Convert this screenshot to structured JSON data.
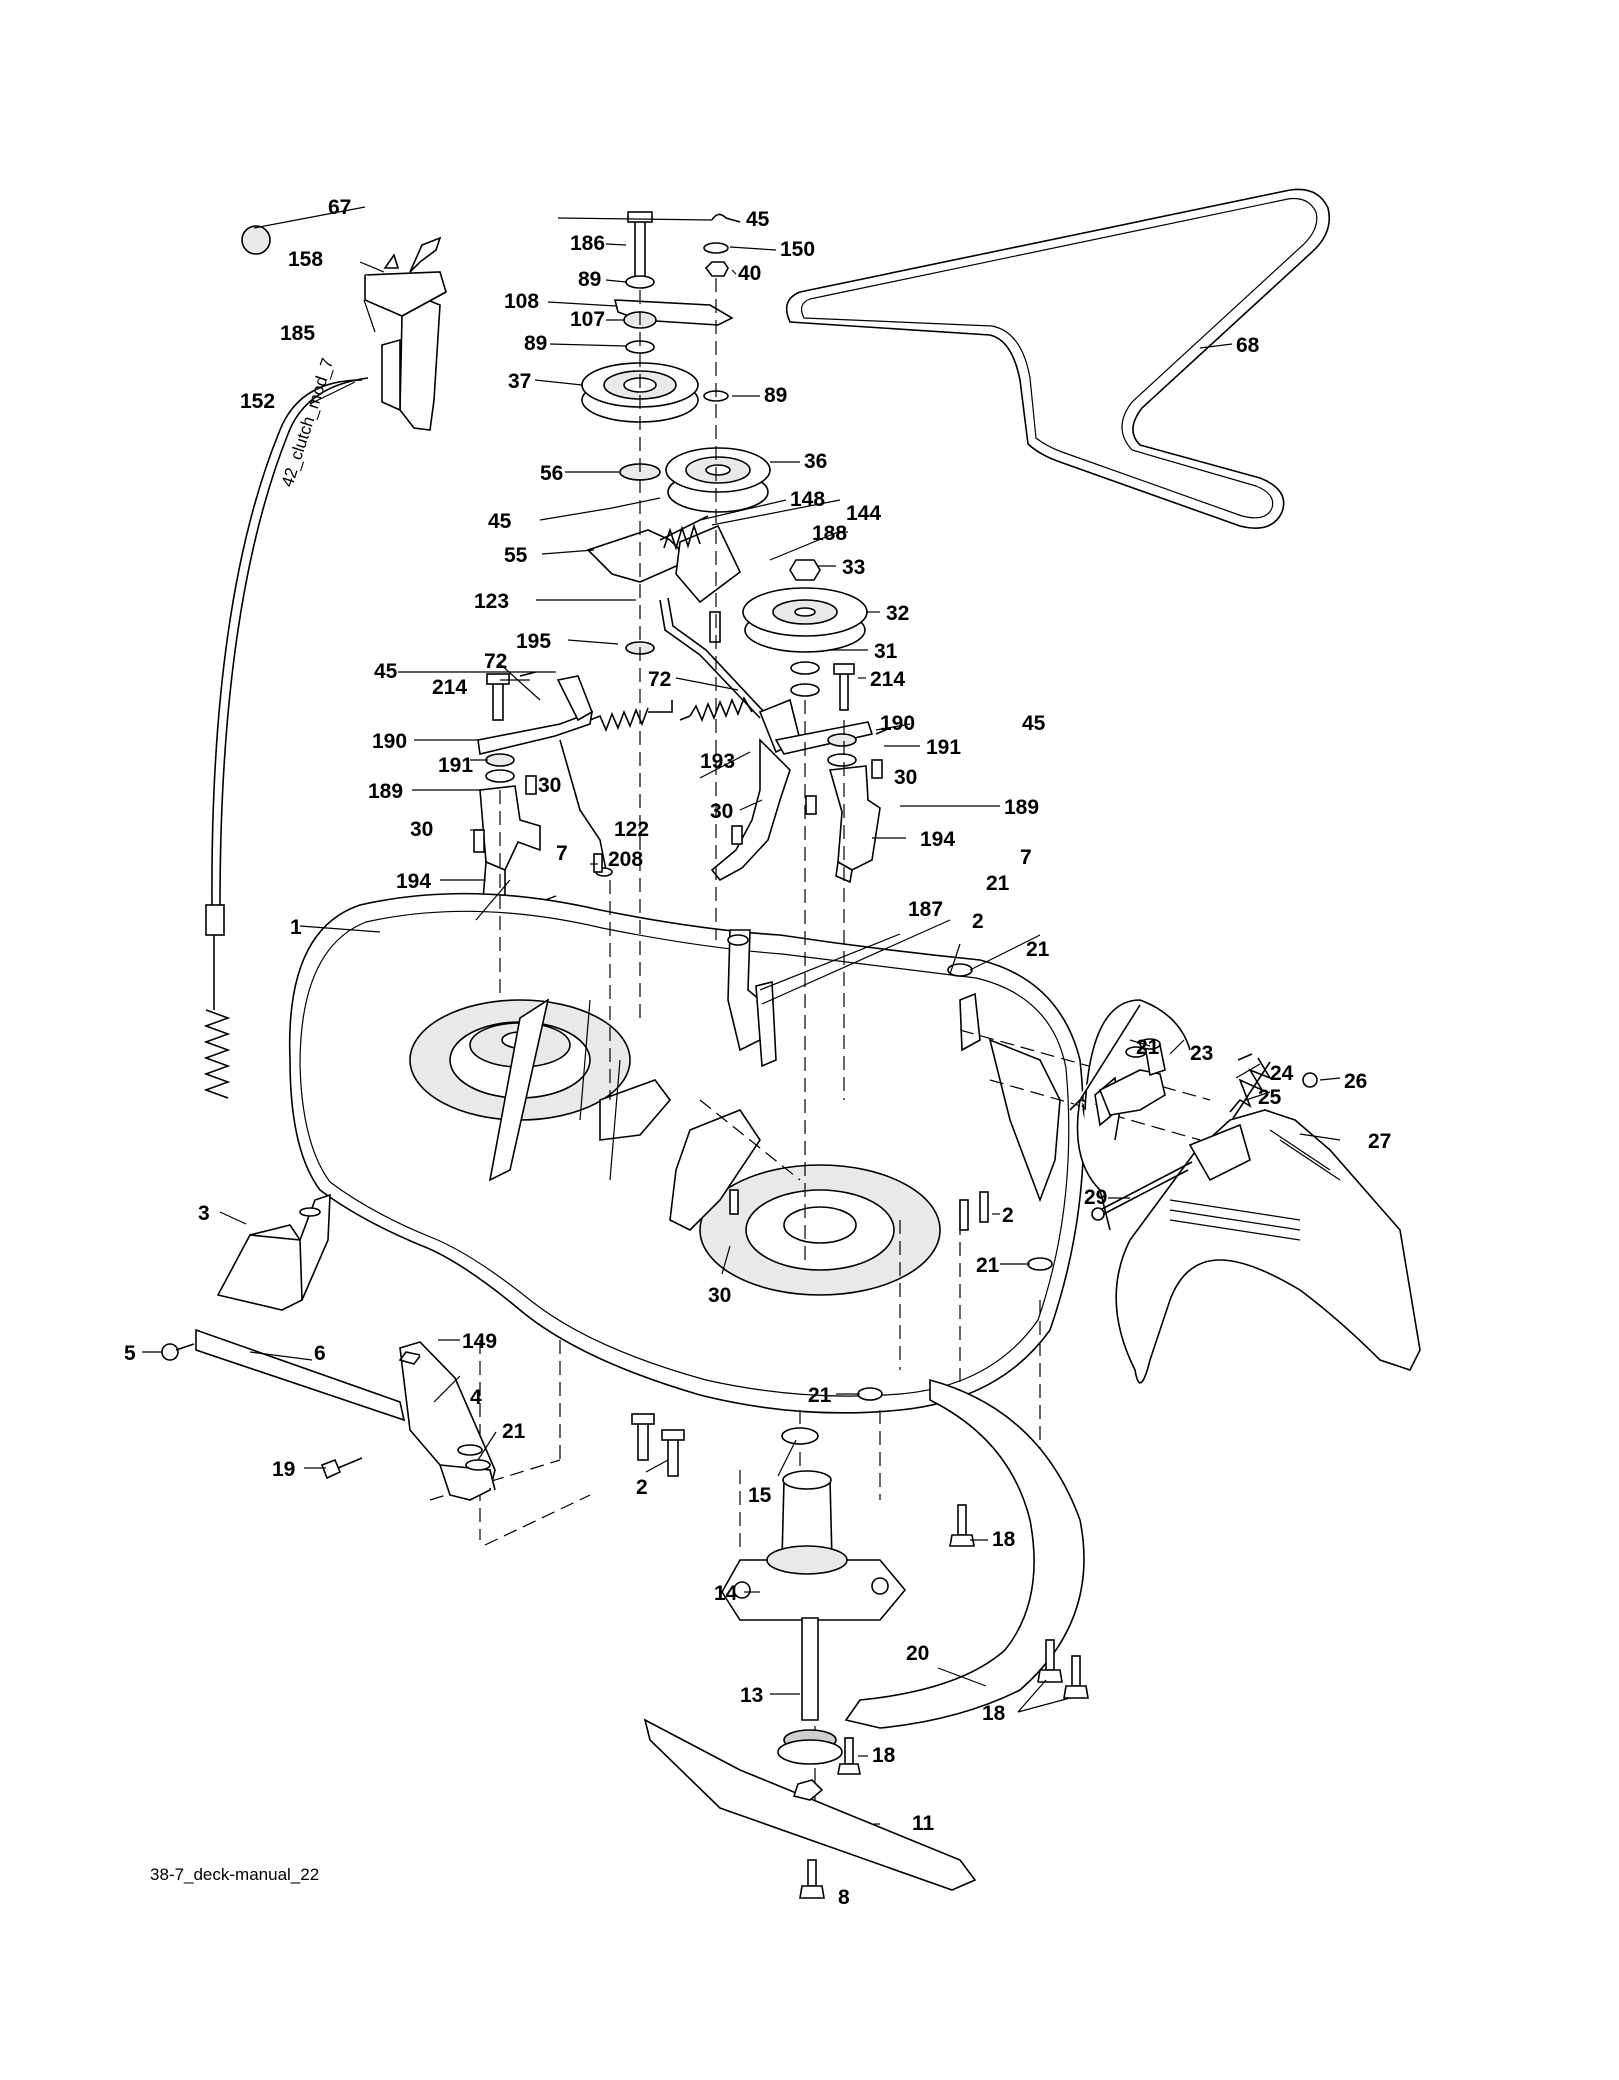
{
  "footer": {
    "code": "38-7_deck-manual_22"
  },
  "cable_text": "42_clutch_mod_7",
  "labels": [
    {
      "id": "l67",
      "text": "67"
    },
    {
      "id": "l158",
      "text": "158"
    },
    {
      "id": "l185",
      "text": "185"
    },
    {
      "id": "l152",
      "text": "152"
    },
    {
      "id": "l186",
      "text": "186"
    },
    {
      "id": "l89a",
      "text": "89"
    },
    {
      "id": "l108",
      "text": "108"
    },
    {
      "id": "l107",
      "text": "107"
    },
    {
      "id": "l89b",
      "text": "89"
    },
    {
      "id": "l37",
      "text": "37"
    },
    {
      "id": "l56",
      "text": "56"
    },
    {
      "id": "l45a",
      "text": "45"
    },
    {
      "id": "l150",
      "text": "150"
    },
    {
      "id": "l40",
      "text": "40"
    },
    {
      "id": "l89c",
      "text": "89"
    },
    {
      "id": "l36",
      "text": "36"
    },
    {
      "id": "l68",
      "text": "68"
    },
    {
      "id": "l45b",
      "text": "45"
    },
    {
      "id": "l148",
      "text": "148"
    },
    {
      "id": "l144",
      "text": "144"
    },
    {
      "id": "l55",
      "text": "55"
    },
    {
      "id": "l188",
      "text": "188"
    },
    {
      "id": "l33",
      "text": "33"
    },
    {
      "id": "l123",
      "text": "123"
    },
    {
      "id": "l32",
      "text": "32"
    },
    {
      "id": "l195",
      "text": "195"
    },
    {
      "id": "l31",
      "text": "31"
    },
    {
      "id": "l45c",
      "text": "45"
    },
    {
      "id": "l72a",
      "text": "72"
    },
    {
      "id": "l72b",
      "text": "72"
    },
    {
      "id": "l214a",
      "text": "214"
    },
    {
      "id": "l214b",
      "text": "214"
    },
    {
      "id": "l190a",
      "text": "190"
    },
    {
      "id": "l190b",
      "text": "190"
    },
    {
      "id": "l45d",
      "text": "45"
    },
    {
      "id": "l191a",
      "text": "191"
    },
    {
      "id": "l191b",
      "text": "191"
    },
    {
      "id": "l30a",
      "text": "30"
    },
    {
      "id": "l193",
      "text": "193"
    },
    {
      "id": "l30b",
      "text": "30"
    },
    {
      "id": "l189a",
      "text": "189"
    },
    {
      "id": "l30c",
      "text": "30"
    },
    {
      "id": "l189b",
      "text": "189"
    },
    {
      "id": "l30d",
      "text": "30"
    },
    {
      "id": "l122",
      "text": "122"
    },
    {
      "id": "l194a",
      "text": "194"
    },
    {
      "id": "l7a",
      "text": "7"
    },
    {
      "id": "l208",
      "text": "208"
    },
    {
      "id": "l7b",
      "text": "7"
    },
    {
      "id": "l194b",
      "text": "194"
    },
    {
      "id": "l21a",
      "text": "21"
    },
    {
      "id": "l187",
      "text": "187"
    },
    {
      "id": "l1",
      "text": "1"
    },
    {
      "id": "l2a",
      "text": "2"
    },
    {
      "id": "l21b",
      "text": "21"
    },
    {
      "id": "l21c",
      "text": "21"
    },
    {
      "id": "l23",
      "text": "23"
    },
    {
      "id": "l24",
      "text": "24"
    },
    {
      "id": "l25",
      "text": "25"
    },
    {
      "id": "l26",
      "text": "26"
    },
    {
      "id": "l27",
      "text": "27"
    },
    {
      "id": "l3",
      "text": "3"
    },
    {
      "id": "l29",
      "text": "29"
    },
    {
      "id": "l2b",
      "text": "2"
    },
    {
      "id": "l21d",
      "text": "21"
    },
    {
      "id": "l30e",
      "text": "30"
    },
    {
      "id": "l149",
      "text": "149"
    },
    {
      "id": "l5",
      "text": "5"
    },
    {
      "id": "l6",
      "text": "6"
    },
    {
      "id": "l4",
      "text": "4"
    },
    {
      "id": "l21e",
      "text": "21"
    },
    {
      "id": "l21f",
      "text": "21"
    },
    {
      "id": "l19",
      "text": "19"
    },
    {
      "id": "l15",
      "text": "15"
    },
    {
      "id": "l2c",
      "text": "2"
    },
    {
      "id": "l18a",
      "text": "18"
    },
    {
      "id": "l14",
      "text": "14"
    },
    {
      "id": "l20",
      "text": "20"
    },
    {
      "id": "l13",
      "text": "13"
    },
    {
      "id": "l18b",
      "text": "18"
    },
    {
      "id": "l18c",
      "text": "18"
    },
    {
      "id": "l11",
      "text": "11"
    },
    {
      "id": "l8",
      "text": "8"
    }
  ]
}
